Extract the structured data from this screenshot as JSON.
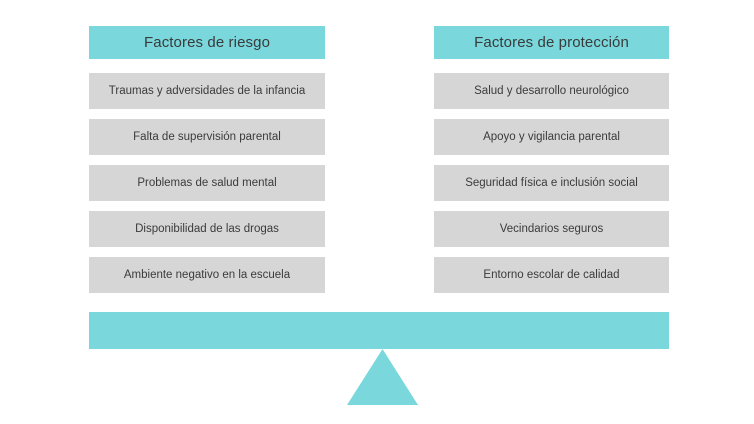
{
  "diagram": {
    "type": "balance-scale",
    "accent_color": "#7ad8dd",
    "panel_color": "#d6d6d6",
    "text_color": "#3b3b3b",
    "background_color": "#ffffff"
  },
  "columns": [
    {
      "id": "risk",
      "header": "Factores de riesgo",
      "items": [
        "Traumas y adversidades de la infancia",
        "Falta de supervisión parental",
        "Problemas de salud mental",
        "Disponibilidad de las drogas",
        "Ambiente negativo en la escuela"
      ]
    },
    {
      "id": "protection",
      "header": "Factores de protección",
      "items": [
        "Salud y desarrollo neurológico",
        "Apoyo y vigilancia parental",
        "Seguridad física e inclusión social",
        "Vecindarios seguros",
        "Entorno escolar de calidad"
      ]
    }
  ]
}
